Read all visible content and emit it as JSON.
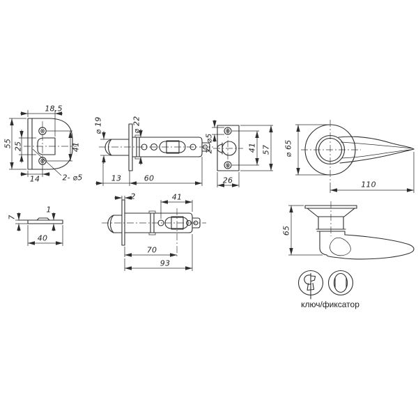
{
  "meta": {
    "background": "#ffffff",
    "line_color": "#2e2e2e",
    "drawing_subject": "door-latch-handle-technical-drawing"
  },
  "views": {
    "strike_plate": {
      "dims": {
        "lip_width": "18,5",
        "height": "55",
        "cutout_height": "25",
        "hole_spacing": "41",
        "edge_to_holes": "14",
        "holes_callout": "2- ⌀5"
      }
    },
    "latch_side": {
      "dims": {
        "bolt_diameter": "⌀ 19",
        "body_diameter": "⌀ 22",
        "bolt_length": "13",
        "body_length": "60"
      }
    },
    "faceplate": {
      "dims": {
        "holes_callout": "2- ⌀5",
        "hole_spacing": "41",
        "height": "57",
        "width": "26"
      }
    },
    "handle_top": {
      "dims": {
        "rose_diameter": "⌀ 65",
        "lever_length": "110"
      }
    },
    "plate_side": {
      "dims": {
        "lip_height": "7",
        "thickness": "1",
        "width": "40"
      }
    },
    "latch_top": {
      "dims": {
        "faceplate_thickness": "2",
        "hole_to_end": "41",
        "backset": "70",
        "total_length": "93"
      }
    },
    "handle_side": {
      "dims": {
        "height": "65"
      }
    },
    "legend": {
      "caption": "ключ/фиксатор",
      "icons": [
        "key",
        "thumbturn"
      ]
    }
  }
}
